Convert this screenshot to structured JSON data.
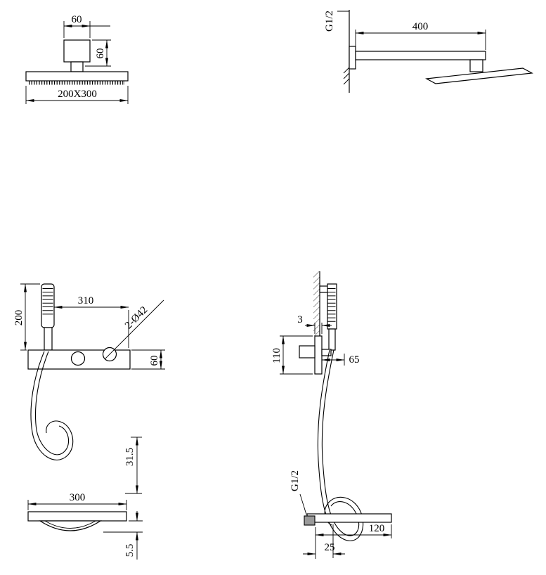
{
  "drawing": {
    "top_left": {
      "dim_block_width": "60",
      "dim_block_height": "60",
      "dim_plate": "200X300"
    },
    "top_right": {
      "thread": "G1/2",
      "dim_arm_length": "400"
    },
    "mid_left": {
      "dim_handshower_height": "200",
      "dim_panel_width": "310",
      "dim_holes": "2-Ø42",
      "dim_panel_height": "60"
    },
    "mid_right": {
      "dim_plate_thickness": "3",
      "dim_panel_height": "110",
      "dim_depth": "65"
    },
    "bottom_left": {
      "dim_height": "31.5",
      "dim_spout_width": "300",
      "dim_lip_thickness": "5.5"
    },
    "bottom_right": {
      "thread": "G1/2",
      "dim_spout_length": "120",
      "dim_inlet_offset": "25"
    }
  }
}
